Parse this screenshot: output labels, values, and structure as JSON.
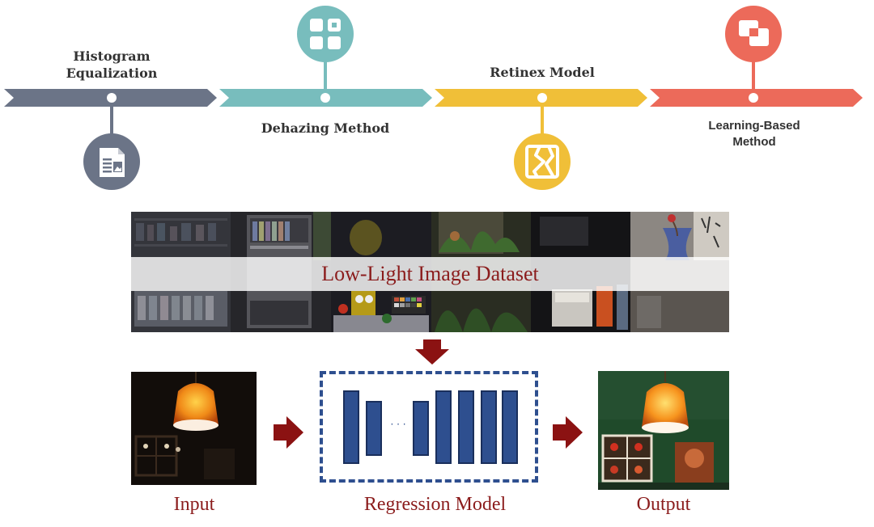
{
  "timeline": [
    {
      "label_lines": [
        "Histogram",
        "Equalization"
      ],
      "color": "#6b7487",
      "icon": "document-image-icon"
    },
    {
      "label_lines": [
        "Dehazing Method"
      ],
      "color": "#78bdbd",
      "icon": "grid-squares-icon"
    },
    {
      "label_lines": [
        "Retinex Model"
      ],
      "color": "#f0bf38",
      "icon": "cracked-image-icon"
    },
    {
      "label_lines": [
        "Learning-Based",
        "Method"
      ],
      "color": "#ec6a5a",
      "icon": "overlapping-squares-icon"
    }
  ],
  "dataset": {
    "title": "Low-Light Image Dataset"
  },
  "pipeline": {
    "input_label": "Input",
    "model_label": "Regression Model",
    "model_ellipsis": "· · ·",
    "output_label": "Output"
  },
  "colors": {
    "arrow": "#8b1212",
    "model_block": "#2e4f8f",
    "model_border": "#2e4f8f"
  }
}
